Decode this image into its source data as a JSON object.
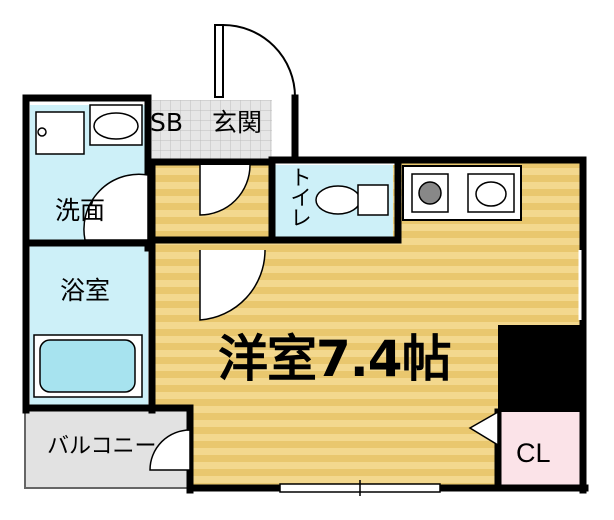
{
  "rooms": {
    "sb": "SB",
    "genkan": "玄関",
    "senmen": "洗面",
    "toilet": "トイレ",
    "yokushitsu": "浴室",
    "balcony": "バルコニー",
    "main_room": "洋室7.4帖",
    "closet": "CL"
  },
  "colors": {
    "wall": "#000000",
    "wet_area": "#cdf0f8",
    "floor_stripe_a": "#f3d88e",
    "floor_stripe_b": "#e9c76e",
    "closet": "#fbe3e8",
    "entrance_tile": "#e6e6e6",
    "balcony": "#e2e2e2"
  }
}
